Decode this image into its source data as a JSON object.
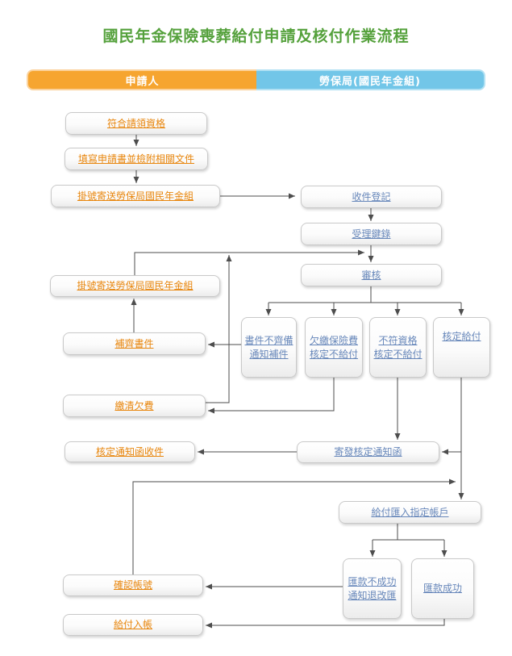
{
  "title": "國民年金保險喪葬給付申請及核付作業流程",
  "lanes": {
    "applicant": "申請人",
    "bureau": "勞保局(國民年金組)"
  },
  "colors": {
    "title_green": "#55a13c",
    "applicant_orange": "#f6a530",
    "bureau_blue": "#72c6e8",
    "applicant_text": "#e8860d",
    "bureau_text": "#6787ba",
    "connector_line": "#4d4d4d"
  },
  "nodes": {
    "eligibility": {
      "lane": "applicant",
      "label": "符合請領資格"
    },
    "fill_form": {
      "lane": "applicant",
      "label": "填寫申請書並檢附相關文件"
    },
    "mail1": {
      "lane": "applicant",
      "label": "掛號寄送勞保局國民年金組"
    },
    "receipt_register": {
      "lane": "bureau",
      "label": "收件登記"
    },
    "acceptance_keyin": {
      "lane": "bureau",
      "label": "受理鍵錄"
    },
    "review": {
      "lane": "bureau",
      "label": "審核"
    },
    "mail2": {
      "lane": "applicant",
      "label": "掛號寄送勞保局國民年金組"
    },
    "supplement": {
      "lane": "applicant",
      "label": "補齊書件"
    },
    "docs_incomplete": {
      "lane": "bureau",
      "label": "書件不齊備\n通知補件"
    },
    "arrears_no_pay": {
      "lane": "bureau",
      "label": "欠繳保險費\n核定不給付"
    },
    "ineligible_no_pay": {
      "lane": "bureau",
      "label": "不符資格\n核定不給付"
    },
    "approve_pay": {
      "lane": "bureau",
      "label": "核定給付"
    },
    "pay_arrears": {
      "lane": "applicant",
      "label": "繳清欠費"
    },
    "receive_notice": {
      "lane": "applicant",
      "label": "核定通知函收件"
    },
    "send_notice": {
      "lane": "bureau",
      "label": "寄發核定通知函"
    },
    "deposit_account": {
      "lane": "bureau",
      "label": "給付匯入指定帳戶"
    },
    "confirm_account": {
      "lane": "applicant",
      "label": "確認帳號"
    },
    "remit_fail": {
      "lane": "bureau",
      "label": "匯款不成功\n通知退改匯"
    },
    "remit_success": {
      "lane": "bureau",
      "label": "匯款成功"
    },
    "payment_received": {
      "lane": "applicant",
      "label": "給付入帳"
    }
  },
  "edges": [
    {
      "from": "eligibility",
      "to": "fill_form"
    },
    {
      "from": "fill_form",
      "to": "mail1"
    },
    {
      "from": "mail1",
      "to": "receipt_register"
    },
    {
      "from": "receipt_register",
      "to": "acceptance_keyin"
    },
    {
      "from": "acceptance_keyin",
      "to": "review"
    },
    {
      "from": "review",
      "to": "docs_incomplete"
    },
    {
      "from": "review",
      "to": "arrears_no_pay"
    },
    {
      "from": "review",
      "to": "ineligible_no_pay"
    },
    {
      "from": "review",
      "to": "approve_pay"
    },
    {
      "from": "docs_incomplete",
      "to": "supplement"
    },
    {
      "from": "supplement",
      "to": "mail2"
    },
    {
      "from": "mail2",
      "to": "review"
    },
    {
      "from": "arrears_no_pay",
      "to": "pay_arrears"
    },
    {
      "from": "pay_arrears",
      "to": "review"
    },
    {
      "from": "ineligible_no_pay",
      "to": "send_notice"
    },
    {
      "from": "approve_pay",
      "to": "send_notice"
    },
    {
      "from": "approve_pay",
      "to": "deposit_account"
    },
    {
      "from": "send_notice",
      "to": "receive_notice"
    },
    {
      "from": "deposit_account",
      "to": "remit_fail"
    },
    {
      "from": "deposit_account",
      "to": "remit_success"
    },
    {
      "from": "remit_fail",
      "to": "confirm_account"
    },
    {
      "from": "confirm_account",
      "to": "deposit_account"
    },
    {
      "from": "remit_success",
      "to": "payment_received"
    }
  ]
}
